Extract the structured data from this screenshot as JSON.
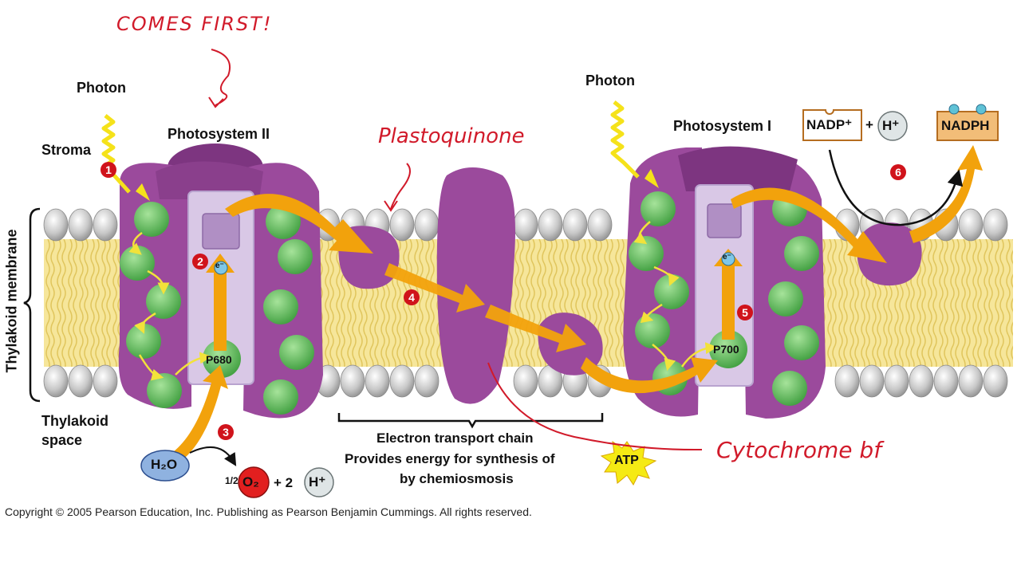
{
  "annotations": {
    "comes_first": "COMES FIRST!",
    "plastoquinone": "Plastoquinone",
    "cytochrome": "Cytochrome bf"
  },
  "labels": {
    "photon_left": "Photon",
    "photon_right": "Photon",
    "stroma": "Stroma",
    "photosystem_2": "Photosystem II",
    "photosystem_1": "Photosystem I",
    "thylakoid_membrane": "Thylakoid membrane",
    "thylakoid_space_line1": "Thylakoid",
    "thylakoid_space_line2": "space",
    "p680": "P680",
    "p700": "P700",
    "electron_left": "e⁻",
    "electron_right": "e⁻",
    "water": "H₂O",
    "half": "1/2",
    "oxygen": "O₂",
    "plus_two": "+ 2",
    "proton_bottom": "H⁺",
    "nadp": "NADP⁺",
    "plus": "+",
    "proton_top": "H⁺",
    "nadph": "NADPH",
    "etc_line1": "Electron transport chain",
    "etc_line2": "Provides energy for synthesis of",
    "etc_line3": "by chemiosmosis",
    "atp": "ATP"
  },
  "steps": [
    "1",
    "2",
    "3",
    "4",
    "5",
    "6"
  ],
  "copyright": "Copyright ©  2005 Pearson Education, Inc. Publishing as Pearson Benjamin Cummings. All rights reserved.",
  "colors": {
    "protein": "#9b4a9c",
    "protein_dark": "#7d3580",
    "chlorophyll": "#5cc05a",
    "arrow": "#f2a20c",
    "lipid_head": "#c9c9c9",
    "lipid_tail": "#f2e08a",
    "annotation": "#d11a2a",
    "step_badge": "#d0131b"
  }
}
